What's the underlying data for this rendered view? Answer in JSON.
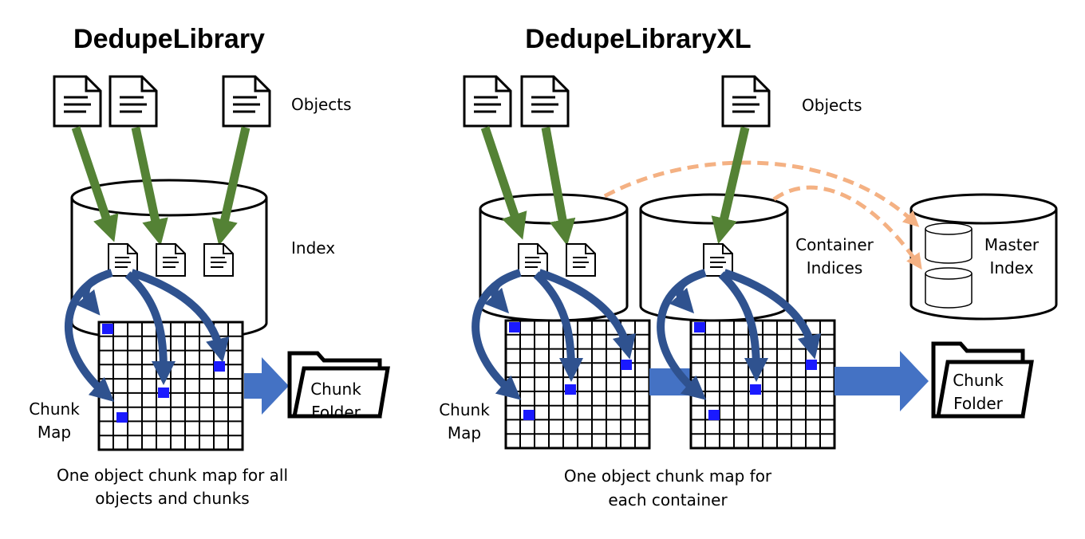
{
  "left": {
    "title": "DedupeLibrary",
    "objects_label": "Objects",
    "index_label": "Index",
    "chunk_map_label_line1": "Chunk",
    "chunk_map_label_line2": "Map",
    "folder_label_line1": "Chunk",
    "folder_label_line2": "Folder",
    "caption_line1": "One object chunk map for all",
    "caption_line2": "objects and chunks"
  },
  "right": {
    "title": "DedupeLibraryXL",
    "objects_label": "Objects",
    "container_indices_line1": "Container",
    "container_indices_line2": "Indices",
    "master_index_line1": "Master",
    "master_index_line2": "Index",
    "chunk_map_label_line1": "Chunk",
    "chunk_map_label_line2": "Map",
    "folder_label_line1": "Chunk",
    "folder_label_line2": "Folder",
    "caption_line1": "One object chunk map for",
    "caption_line2": "each container"
  },
  "colors": {
    "green_arrow": "#548235",
    "blue_arrow": "#2F528F",
    "block_arrow": "#4472C4",
    "orange_dash": "#F4B183",
    "chunk_fill": "#1a1aff"
  }
}
